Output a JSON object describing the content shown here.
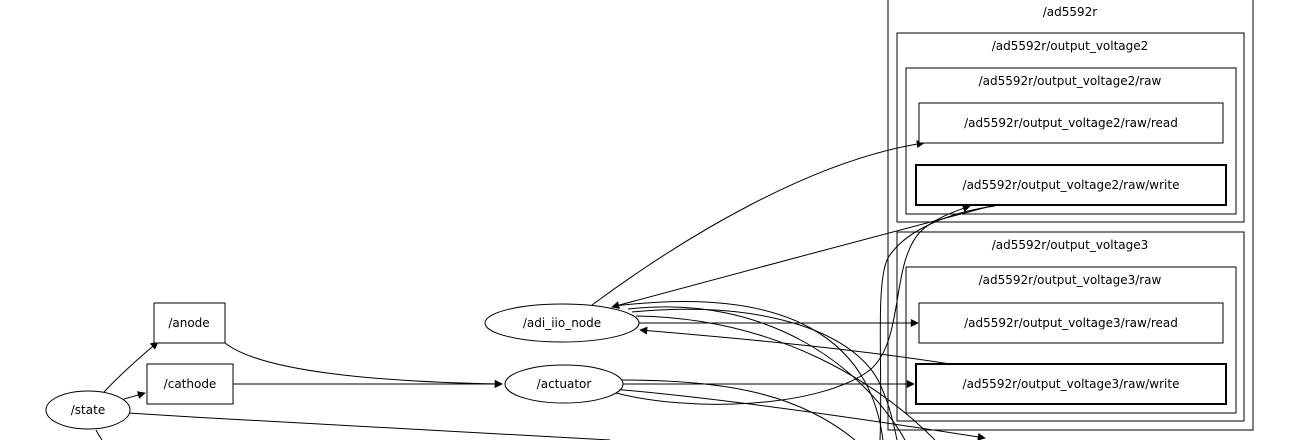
{
  "clusters": {
    "ad5592r": "/ad5592r",
    "ov2": "/ad5592r/output_voltage2",
    "ov2_raw": "/ad5592r/output_voltage2/raw",
    "ov3": "/ad5592r/output_voltage3",
    "ov3_raw": "/ad5592r/output_voltage3/raw"
  },
  "nodes": {
    "state": "/state",
    "anode": "/anode",
    "cathode": "/cathode",
    "actuator": "/actuator",
    "adi_iio_node": "/adi_iio_node",
    "ov2_raw_read": "/ad5592r/output_voltage2/raw/read",
    "ov2_raw_write": "/ad5592r/output_voltage2/raw/write",
    "ov3_raw_read": "/ad5592r/output_voltage3/raw/read",
    "ov3_raw_write": "/ad5592r/output_voltage3/raw/write"
  }
}
